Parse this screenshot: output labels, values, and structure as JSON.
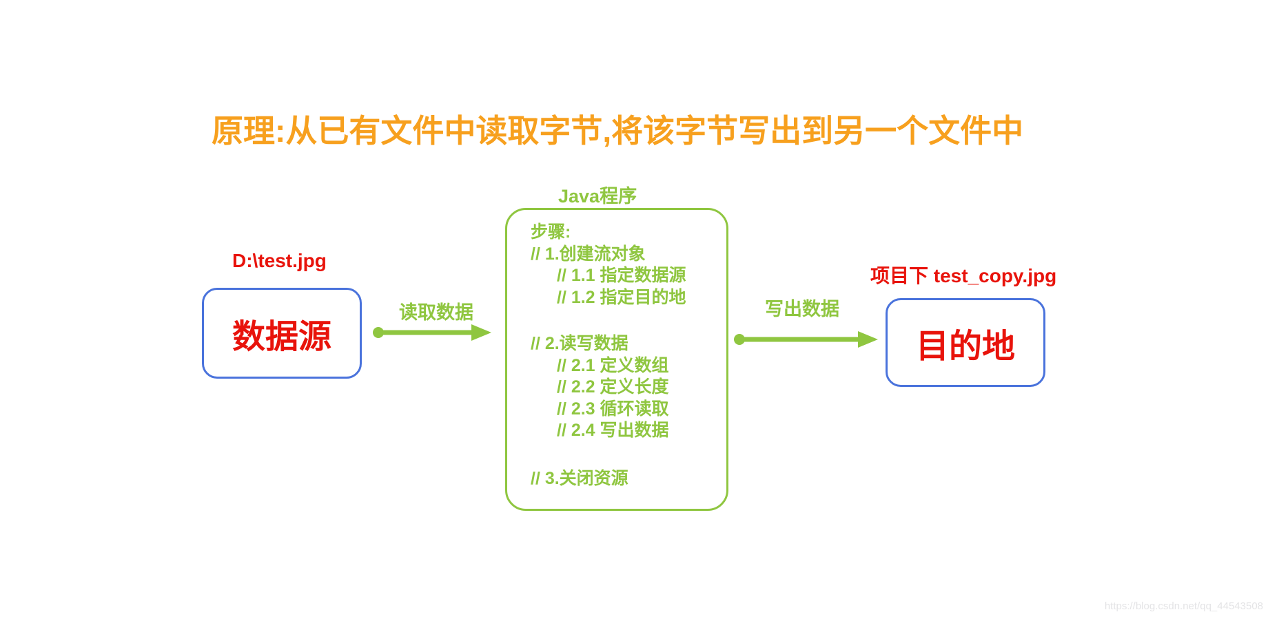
{
  "title": "原理:从已有文件中读取字节,将该字节写出到另一个文件中",
  "source": {
    "file_label": "D:\\test.jpg",
    "box_label": "数据源"
  },
  "read_arrow": {
    "label": "读取数据"
  },
  "program": {
    "title": "Java程序",
    "lines": [
      "步骤:",
      "// 1.创建流对象",
      "// 1.1 指定数据源",
      "// 1.2 指定目的地",
      "// 2.读写数据",
      "// 2.1 定义数组",
      "// 2.2 定义长度",
      "// 2.3 循环读取",
      "// 2.4 写出数据",
      "// 3.关闭资源"
    ]
  },
  "write_arrow": {
    "label": "写出数据"
  },
  "destination": {
    "file_label": "项目下 test_copy.jpg",
    "box_label": "目的地"
  },
  "watermark": "https://blog.csdn.net/qq_44543508",
  "colors": {
    "title_orange": "#F7A01E",
    "diagram_green": "#8FC640",
    "label_red": "#E8130B",
    "box_border_blue": "#4A73DC",
    "watermark_gray": "#E4E4E6"
  }
}
